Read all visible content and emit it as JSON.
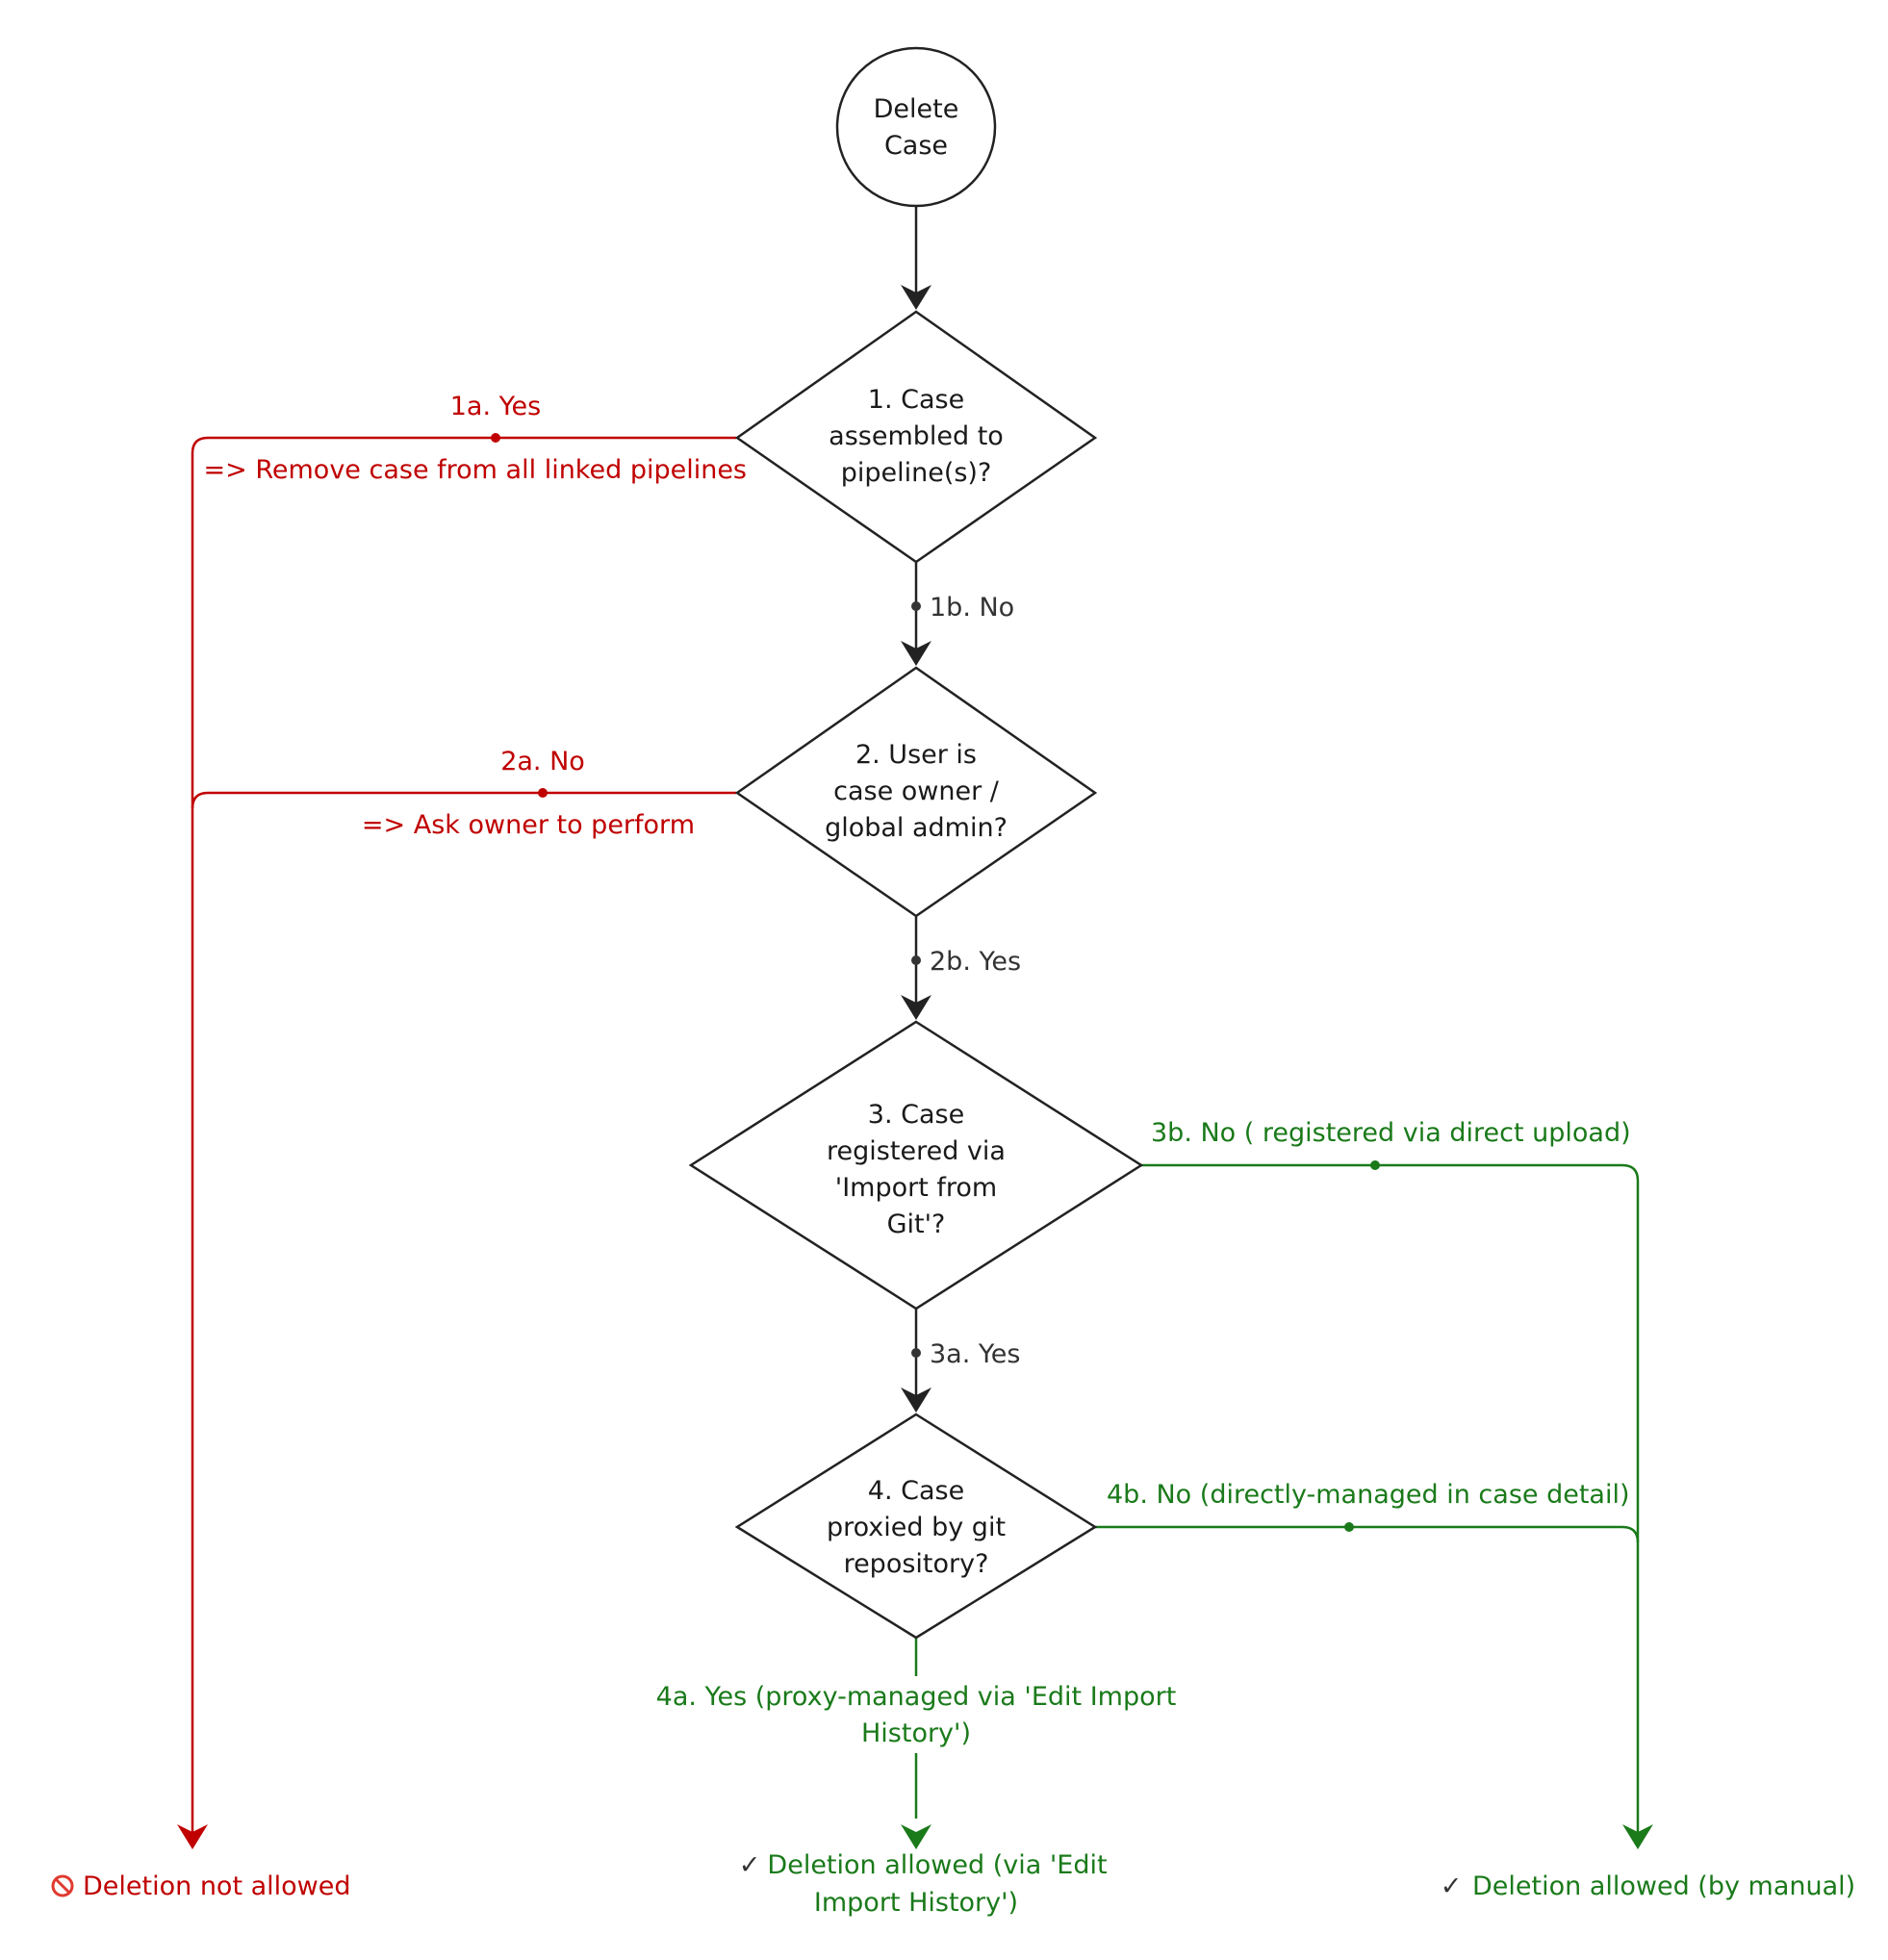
{
  "colors": {
    "red": "#c00000",
    "green": "#1a7a1a",
    "dark": "#222222",
    "label_dark": "#333333"
  },
  "start": {
    "line1": "Delete",
    "line2": "Case"
  },
  "decisions": [
    {
      "lines": [
        "1. Case",
        "assembled to",
        "pipeline(s)?"
      ]
    },
    {
      "lines": [
        "2. User is",
        "case owner /",
        "global admin?"
      ]
    },
    {
      "lines": [
        "3. Case",
        "registered via",
        "'Import from",
        "Git'?"
      ]
    },
    {
      "lines": [
        "4. Case",
        "proxied by git",
        "repository?"
      ]
    }
  ],
  "edges": {
    "e1a": {
      "label": "1a. Yes",
      "note": "=> Remove case from all linked pipelines"
    },
    "e1b": {
      "label": "1b. No"
    },
    "e2a": {
      "label": "2a. No",
      "note": "=> Ask owner to perform"
    },
    "e2b": {
      "label": "2b. Yes"
    },
    "e3a": {
      "label": "3a. Yes"
    },
    "e3b": {
      "label": "3b. No ( registered via direct upload)"
    },
    "e4a": {
      "line1": "4a. Yes (proxy-managed via 'Edit Import",
      "line2": "History')"
    },
    "e4b": {
      "label": "4b. No (directly-managed in case detail)"
    }
  },
  "outcomes": {
    "not_allowed": {
      "icon": "prohibited-icon",
      "label": "Deletion not allowed"
    },
    "allowed_import": {
      "icon": "checkmark-icon",
      "check": "✓",
      "line1": "Deletion allowed (via 'Edit",
      "line2": "Import History')"
    },
    "allowed_manual": {
      "icon": "checkmark-icon",
      "check": "✓",
      "label": "Deletion allowed (by manual)"
    }
  }
}
